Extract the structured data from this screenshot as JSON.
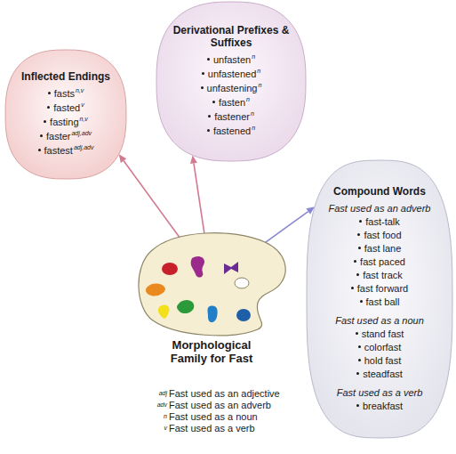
{
  "diagram": {
    "nodes": [
      {
        "text": [
          "Inflected Endings",
          "fasts",
          "n,v",
          "fasted",
          "v",
          "fasting",
          "n,v",
          "faster",
          "adj,adv",
          "fastest",
          "adj,adv"
        ]
      },
      {
        "text": [
          "Derivational Prefixes & Suffixes",
          "unfasten",
          "n",
          "unfastened",
          "n",
          "unfastening",
          "n",
          "fasten",
          "n",
          "fastener",
          "n",
          "fastened",
          "n"
        ]
      },
      {
        "text": [
          "Compound Words",
          "Fast used as an adverb",
          "fast-talk",
          "fast food",
          "fast lane",
          "fast paced",
          "fast track",
          "fast forward",
          "fast ball",
          "Fast used as a noun",
          "stand fast",
          "colorfast",
          "hold fast",
          "steadfast",
          "Fast used as a verb",
          "breakfast"
        ]
      },
      {
        "text": [
          "Morphological Family for Fast"
        ]
      }
    ],
    "edges": [
      {
        "from": 3,
        "to": 0,
        "arrow": "to"
      },
      {
        "from": 3,
        "to": 1,
        "arrow": "to"
      },
      {
        "from": 3,
        "to": 2,
        "arrow": "to"
      }
    ],
    "labels": [
      "adj",
      "Fast used as an adjective",
      "adv",
      "Fast used as an adverb",
      "n",
      "Fast used as a noun",
      "v",
      "Fast used as a verb"
    ]
  }
}
